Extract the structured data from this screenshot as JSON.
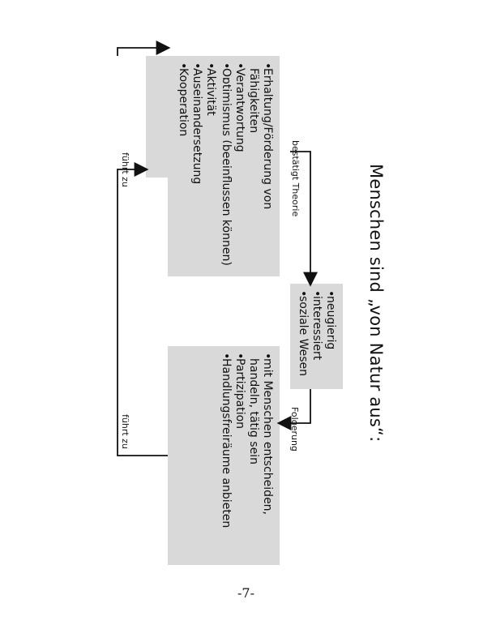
{
  "diagram": {
    "title": "Menschen sind „von Natur aus“:",
    "boxes": {
      "entry": {
        "items": [
          "neugierig",
          "interessiert",
          "soziale Wesen"
        ]
      },
      "theory_result": {
        "items": [
          "Erhaltung/Förderung von Fähigkeiten",
          "Verantwortung",
          "Optimismus (beeinflussen können)"
        ]
      },
      "activity": {
        "items": [
          "Aktivität",
          "Auseinandersetzung",
          "Kooperation"
        ]
      },
      "participation": {
        "items": [
          "mit Menschen entscheiden, handeln, tätig sein",
          "Partizipation",
          "Handlungsfreiräume anbieten"
        ]
      }
    },
    "edges": {
      "confirms": "bestätigt Theorie",
      "consequence": "Folgerung",
      "leads_to_top": "führt zu",
      "leads_to_bottom": "führt zu"
    }
  },
  "page": {
    "number": "-7-"
  }
}
